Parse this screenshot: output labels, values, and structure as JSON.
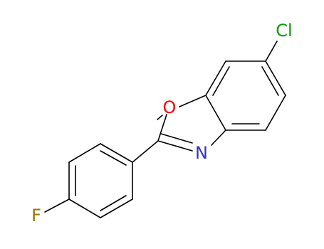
{
  "molecule": {
    "atoms": {
      "chlorine": {
        "symbol": "Cl",
        "color": "#00a000"
      },
      "oxygen": {
        "symbol": "O",
        "color": "#ff0000"
      },
      "nitrogen": {
        "symbol": "N",
        "color": "#3333cc"
      },
      "fluorine": {
        "symbol": "F",
        "color": "#9a7400"
      }
    },
    "bond_color": "#000000"
  }
}
